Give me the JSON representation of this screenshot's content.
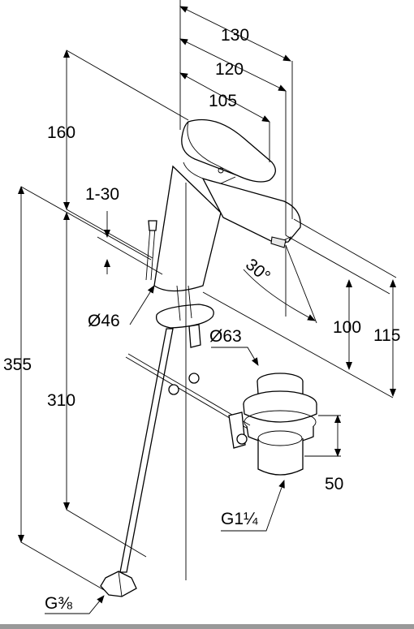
{
  "dimensions": {
    "d130": "130",
    "d120": "120",
    "d105": "105",
    "d160": "160",
    "d1_30": "1-30",
    "d355": "355",
    "d310": "310",
    "d46": "Ø46",
    "d63": "Ø63",
    "d30deg": "30°",
    "d100": "100",
    "d115": "115",
    "d50": "50"
  },
  "threads": {
    "g114": "G1¼",
    "g38": "G⅜"
  }
}
